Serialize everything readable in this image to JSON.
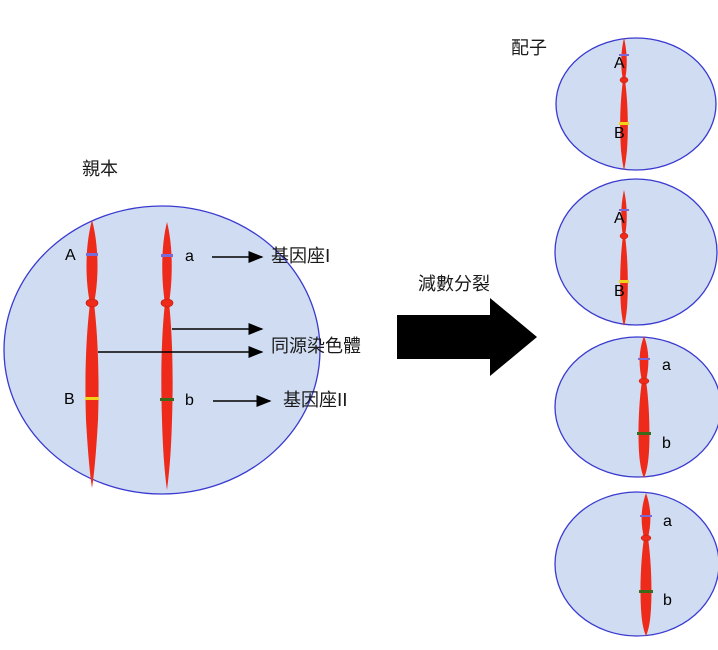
{
  "labels": {
    "parent": "親本",
    "gamete": "配子",
    "meiosis": "減數分裂",
    "locus_1": "基因座I",
    "locus_2": "基因座II",
    "homologous": "同源染色體"
  },
  "parent_cell": {
    "chromosomes": [
      {
        "allele_top": "A",
        "allele_bottom": "B"
      },
      {
        "allele_top": "a",
        "allele_bottom": "b"
      }
    ]
  },
  "gametes": [
    {
      "allele_top": "A",
      "allele_bottom": "B"
    },
    {
      "allele_top": "A",
      "allele_bottom": "B"
    },
    {
      "allele_top": "a",
      "allele_bottom": "b"
    },
    {
      "allele_top": "a",
      "allele_bottom": "b"
    }
  ],
  "colors": {
    "cell_fill": "#cfdcf1",
    "cell_stroke": "#3a3ad0",
    "chromosome": "#ee2a1a",
    "band_locus_1": "#7a6ad8",
    "band_locus_2_dominant": "#f2d21a",
    "band_locus_2_recessive": "#3a6a1a",
    "arrow": "#000000"
  }
}
